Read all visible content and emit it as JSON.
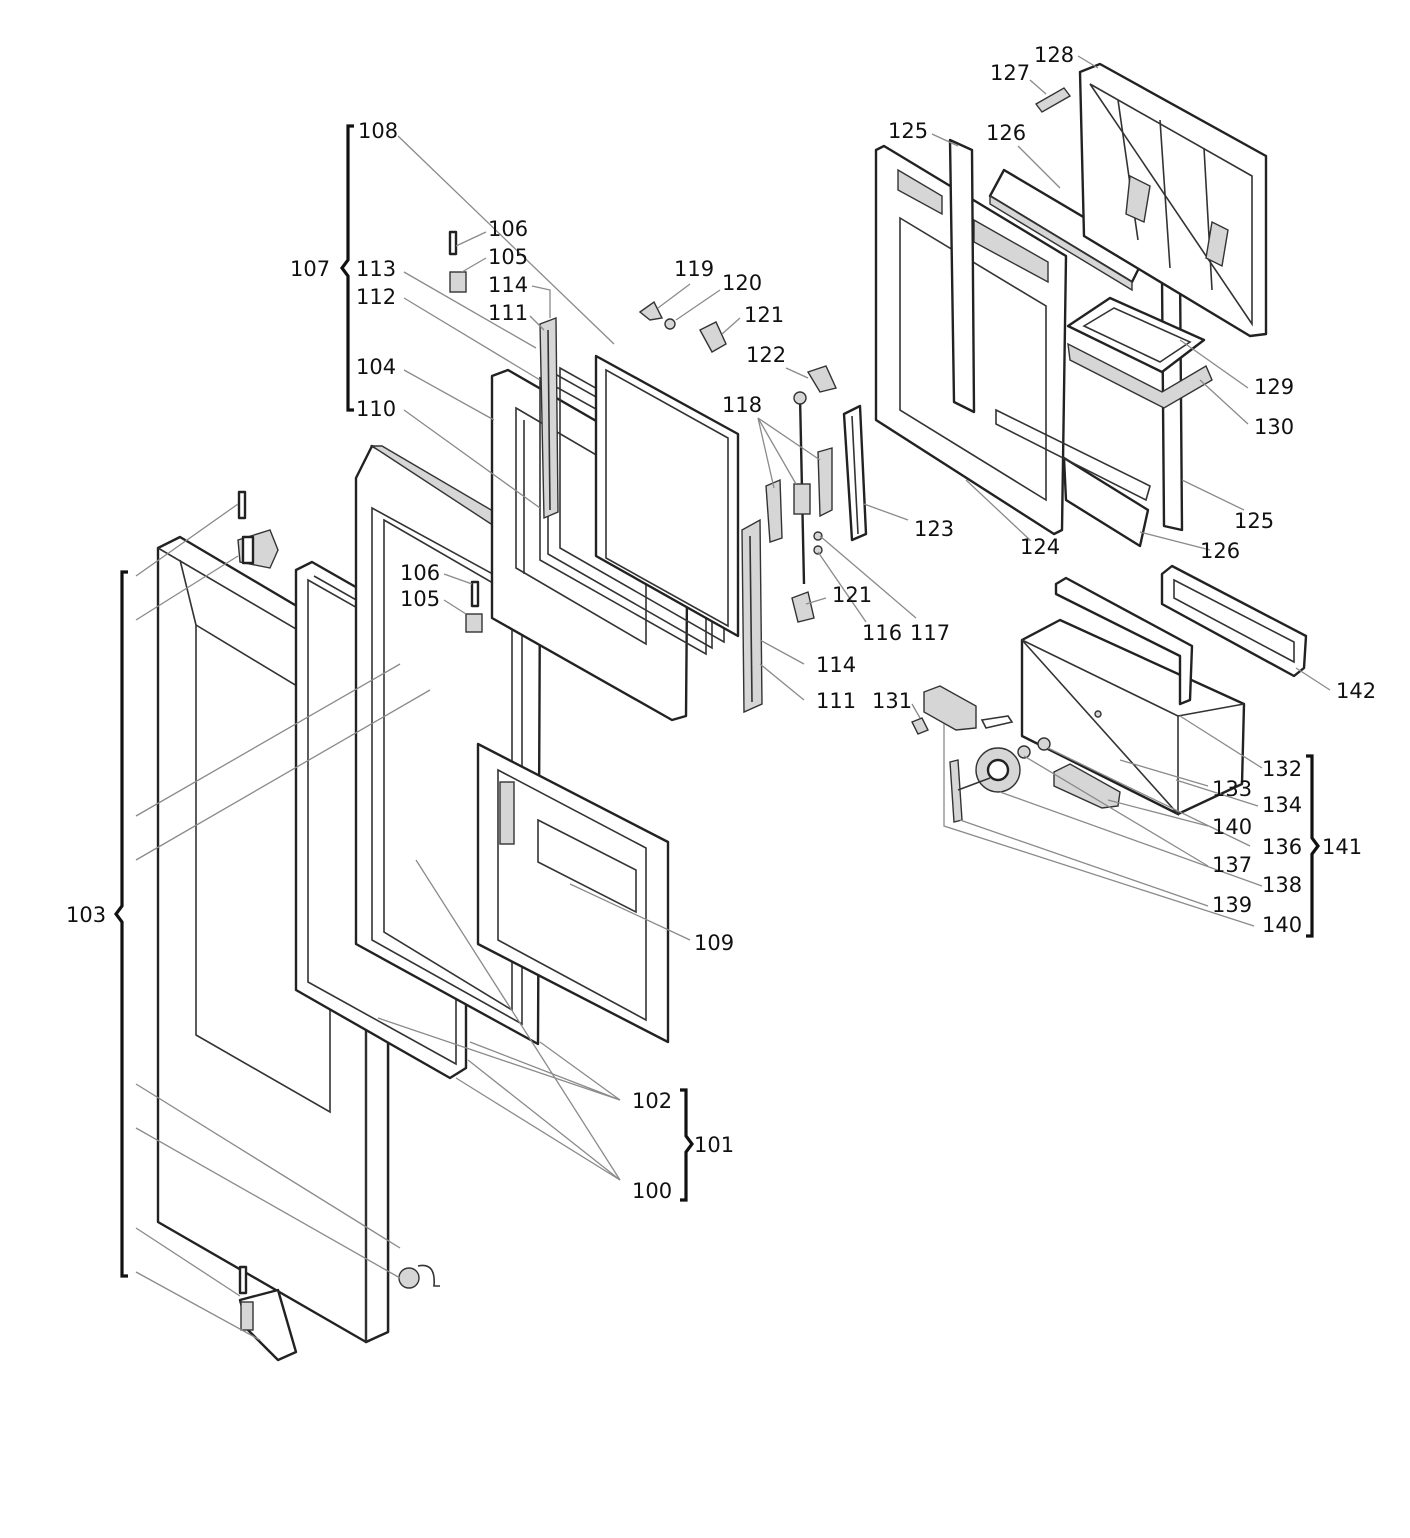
{
  "diagram": {
    "labels": {
      "l100": "100",
      "l101": "101",
      "l102": "102",
      "l103": "103",
      "l104": "104",
      "l105a": "105",
      "l105b": "105",
      "l106a": "106",
      "l106b": "106",
      "l107": "107",
      "l108": "108",
      "l109": "109",
      "l110": "110",
      "l111a": "111",
      "l111b": "111",
      "l112": "112",
      "l113": "113",
      "l114a": "114",
      "l114b": "114",
      "l116": "116",
      "l117": "117",
      "l118": "118",
      "l119": "119",
      "l120": "120",
      "l121a": "121",
      "l121b": "121",
      "l122": "122",
      "l123": "123",
      "l124": "124",
      "l125a": "125",
      "l125b": "125",
      "l126a": "126",
      "l126b": "126",
      "l127": "127",
      "l128": "128",
      "l129": "129",
      "l130": "130",
      "l131": "131",
      "l132": "132",
      "l133": "133",
      "l134": "134",
      "l136": "136",
      "l137": "137",
      "l138": "138",
      "l139": "139",
      "l140a": "140",
      "l140b": "140",
      "l141": "141",
      "l142": "142"
    }
  }
}
